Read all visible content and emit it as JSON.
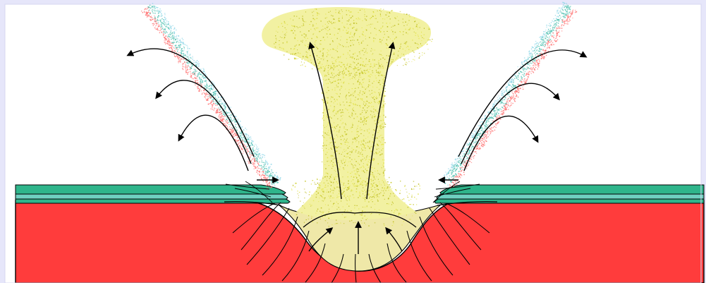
{
  "diagram": {
    "colors": {
      "page_border": "#e6e6fa",
      "panel": "#ffffff",
      "mantle": "#ff3c3c",
      "layer_green": "#2fb58b",
      "layer_teal": "#6fd0c0",
      "layer_blue": "#8fd7e8",
      "plume": "#e3e34a",
      "plume_dark": "#bcbc1e",
      "line": "#000000",
      "ejecta_red": "#ff6b6b",
      "ejecta_teal": "#4fc0b0"
    },
    "parts": [
      "outer-frame",
      "diagram-panel",
      "target-surface",
      "impact-crater",
      "vapor-plume",
      "ejecta-curtain-left",
      "ejecta-curtain-right",
      "flow-arrows",
      "excavation-flow-lines"
    ]
  }
}
